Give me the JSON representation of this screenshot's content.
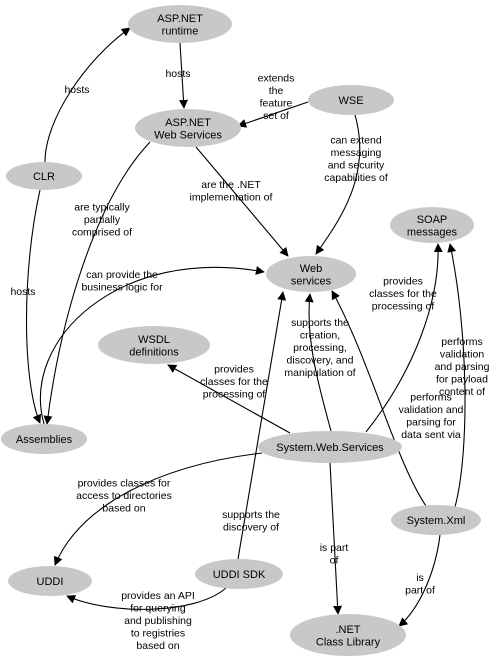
{
  "nodes": [
    {
      "id": "aspnet_runtime",
      "lines": [
        "ASP.NET",
        "runtime"
      ]
    },
    {
      "id": "aspnet_ws",
      "lines": [
        "ASP.NET",
        "Web Services"
      ]
    },
    {
      "id": "wse",
      "lines": [
        "WSE"
      ]
    },
    {
      "id": "clr",
      "lines": [
        "CLR"
      ]
    },
    {
      "id": "soap",
      "lines": [
        "SOAP",
        "messages"
      ]
    },
    {
      "id": "web_services",
      "lines": [
        "Web",
        "services"
      ]
    },
    {
      "id": "wsdl",
      "lines": [
        "WSDL",
        "definitions"
      ]
    },
    {
      "id": "assemblies",
      "lines": [
        "Assemblies"
      ]
    },
    {
      "id": "system_web_services",
      "lines": [
        "System.Web.Services"
      ]
    },
    {
      "id": "system_xml",
      "lines": [
        "System.Xml"
      ]
    },
    {
      "id": "uddi",
      "lines": [
        "UDDI"
      ]
    },
    {
      "id": "uddi_sdk",
      "lines": [
        "UDDI SDK"
      ]
    },
    {
      "id": "net_class_library",
      "lines": [
        ".NET",
        "Class Library"
      ]
    }
  ],
  "edges": [
    {
      "from": "clr",
      "to": "aspnet_runtime",
      "lines": [
        "hosts"
      ]
    },
    {
      "from": "clr",
      "to": "assemblies",
      "lines": [
        "hosts"
      ]
    },
    {
      "from": "aspnet_runtime",
      "to": "aspnet_ws",
      "lines": [
        "hosts"
      ]
    },
    {
      "from": "wse",
      "to": "aspnet_ws",
      "lines": [
        "extends",
        "the",
        "feature",
        "set of"
      ]
    },
    {
      "from": "wse",
      "to": "web_services",
      "lines": [
        "can extend",
        "messaging",
        "and security",
        "capabilities of"
      ]
    },
    {
      "from": "aspnet_ws",
      "to": "web_services",
      "lines": [
        "are the .NET",
        "implementation of"
      ]
    },
    {
      "from": "aspnet_ws",
      "to": "assemblies",
      "lines": [
        "are typically",
        "partially",
        "comprised of"
      ]
    },
    {
      "from": "assemblies",
      "to": "web_services",
      "lines": [
        "can provide the",
        "business logic for"
      ]
    },
    {
      "from": "system_web_services",
      "to": "soap",
      "lines": [
        "provides",
        "classes for the",
        "processing of"
      ]
    },
    {
      "from": "system_web_services",
      "to": "web_services",
      "lines": [
        "supports the",
        "creation,",
        "processing,",
        "discovery, and",
        "manipulation of"
      ]
    },
    {
      "from": "system_web_services",
      "to": "wsdl",
      "lines": [
        "provides",
        "classes for the",
        "processing of"
      ]
    },
    {
      "from": "system_xml",
      "to": "soap",
      "lines": [
        "performs",
        "validation",
        "and parsing",
        "for  payload",
        "content of"
      ]
    },
    {
      "from": "system_xml",
      "to": "web_services",
      "lines": [
        "performs",
        "validation and",
        "parsing for",
        "data sent via"
      ]
    },
    {
      "from": "system_web_services",
      "to": "uddi",
      "lines": [
        "provides classes for",
        "access to directories",
        "based on"
      ]
    },
    {
      "from": "uddi_sdk",
      "to": "web_services",
      "lines": [
        "supports the",
        "discovery of"
      ]
    },
    {
      "from": "system_web_services",
      "to": "net_class_library",
      "lines": [
        "is part",
        "of"
      ]
    },
    {
      "from": "system_xml",
      "to": "net_class_library",
      "lines": [
        "is",
        "part of"
      ]
    },
    {
      "from": "uddi_sdk",
      "to": "uddi",
      "lines": [
        "provides an API",
        "for querying",
        "and publishing",
        "to registries",
        "based on"
      ]
    }
  ]
}
